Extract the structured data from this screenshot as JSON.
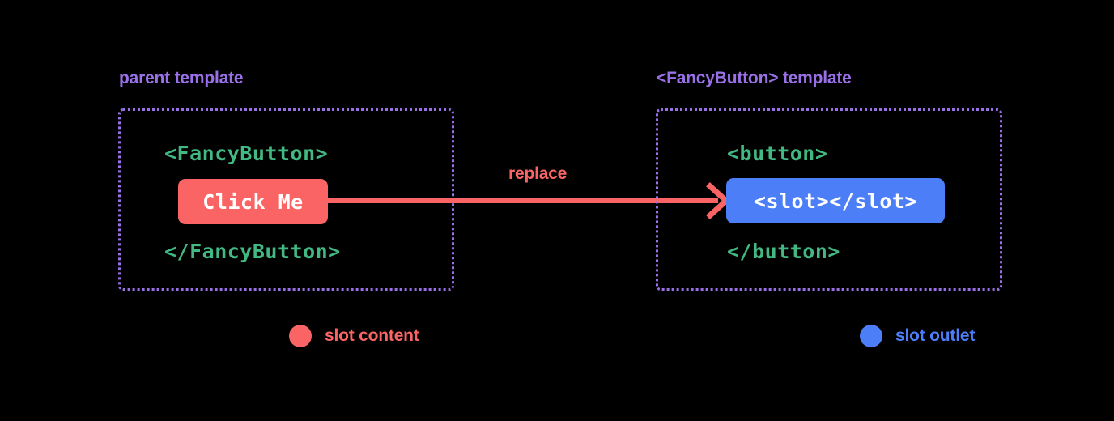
{
  "colors": {
    "background": "#000000",
    "accent_purple": "#9a70e8",
    "accent_green": "#42b883",
    "accent_red": "#fb6464",
    "accent_blue": "#4c7ef8",
    "chip_text": "#ffffff"
  },
  "panels": {
    "parent": {
      "title": "parent template",
      "open_tag": "<FancyButton>",
      "chip_label": "Click Me",
      "close_tag": "</FancyButton>"
    },
    "fancy": {
      "title": "<FancyButton> template",
      "open_tag": "<button>",
      "chip_label": "<slot></slot>",
      "close_tag": "</button>"
    }
  },
  "arrow": {
    "label": "replace"
  },
  "legend": [
    {
      "label": "slot content",
      "color": "#fb6464"
    },
    {
      "label": "slot outlet",
      "color": "#4c7ef8"
    }
  ]
}
